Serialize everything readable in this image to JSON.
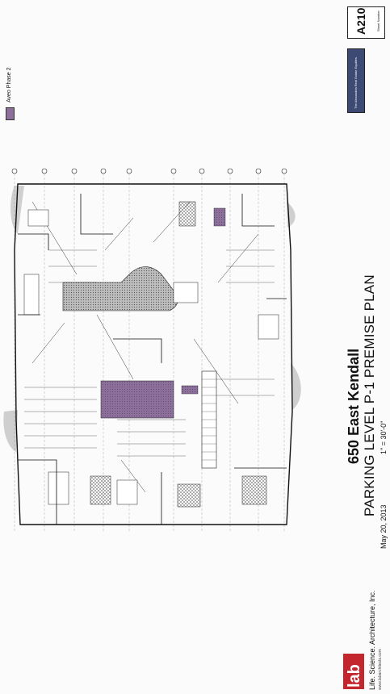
{
  "project": {
    "name": "650 East Kendall",
    "plan_title": "PARKING LEVEL P-1 PREMISE PLAN",
    "scale": "1\" = 30'-0\"",
    "date": "May 20, 2013"
  },
  "legend": {
    "label": "Aveo Phase 2",
    "color": "#8c6f9a"
  },
  "firm": {
    "logo_text": "lab",
    "name": "Life. Science. Architecture, Inc.",
    "url": "www.labarchitects.com"
  },
  "sheet": {
    "number": "A210",
    "number_label": "Sheet Number"
  },
  "stamp": {
    "text": "The Alexandria Real Estate Equities"
  },
  "colors": {
    "hatch": "#9a9a9a",
    "premise": "#8c6f9a",
    "ink": "#222222"
  }
}
